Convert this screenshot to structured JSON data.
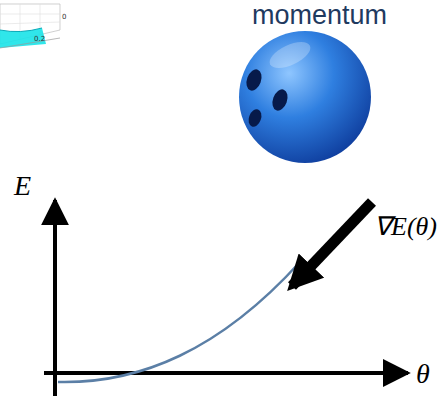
{
  "diagram": {
    "labels": [
      "momentum",
      "E",
      "∇E(θ)",
      "θ",
      "0.2",
      "0"
    ]
  }
}
